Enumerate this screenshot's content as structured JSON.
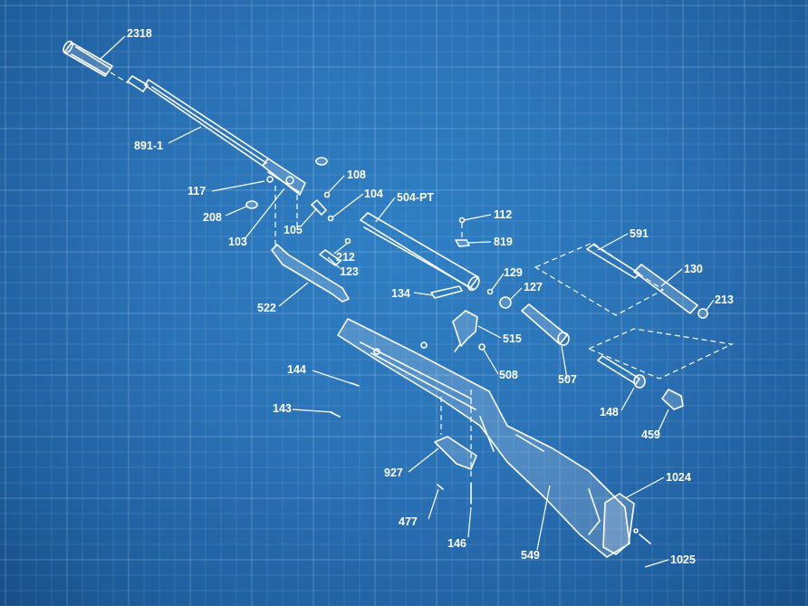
{
  "diagram": {
    "part_labels": {
      "p2318": "2318",
      "p891_1": "891-1",
      "p117": "117",
      "p208": "208",
      "p103": "103",
      "p108": "108",
      "p104": "104",
      "p105": "105",
      "p504pt": "504-PT",
      "p212": "212",
      "p123": "123",
      "p522": "522",
      "p112": "112",
      "p819": "819",
      "p129": "129",
      "p127": "127",
      "p134": "134",
      "p515": "515",
      "p508": "508",
      "p507": "507",
      "p591": "591",
      "p130": "130",
      "p213": "213",
      "p148": "148",
      "p459": "459",
      "p144": "144",
      "p143": "143",
      "p927": "927",
      "p477": "477",
      "p146": "146",
      "p549": "549",
      "p1024": "1024",
      "p1025": "1025"
    },
    "colors": {
      "background": "#2a72b6",
      "line": "#ffffff"
    }
  }
}
